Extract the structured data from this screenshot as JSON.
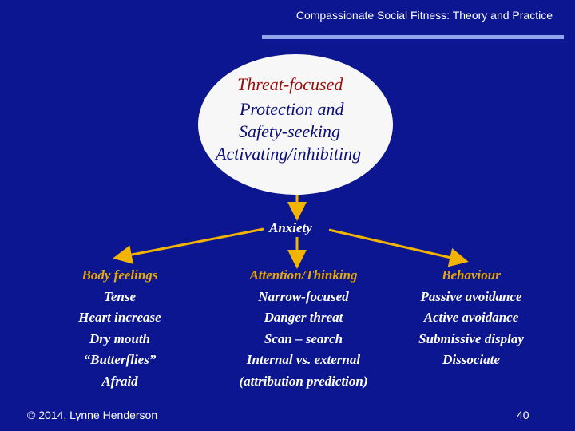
{
  "header": {
    "title": "Compassionate Social Fitness: Theory and Practice"
  },
  "center": {
    "line1": "Threat-focused",
    "line2": "Protection and",
    "line3": "Safety-seeking",
    "line4": "Activating/inhibiting"
  },
  "anxiety": "Anxiety",
  "columns": {
    "body": {
      "heading": "Body feelings",
      "items": [
        "Tense",
        "Heart increase",
        "Dry mouth",
        "“Butterflies”",
        "Afraid"
      ]
    },
    "attention": {
      "heading": "Attention/Thinking",
      "items": [
        "Narrow-focused",
        "Danger threat",
        "Scan – search",
        "Internal vs. external",
        "(attribution prediction)"
      ]
    },
    "behaviour": {
      "heading": "Behaviour",
      "items": [
        "Passive avoidance",
        "Active avoidance",
        "Submissive display",
        "Dissociate"
      ]
    }
  },
  "footer": {
    "copyright": "© 2014, Lynne Henderson",
    "page_number": "40"
  },
  "colors": {
    "background": "#0b1690",
    "arrow": "#f2b400",
    "heading": "#e8a800",
    "rule": "#8fa6ee",
    "ellipse": "#f7f7f7",
    "threat_text": "#9c0a0a"
  }
}
